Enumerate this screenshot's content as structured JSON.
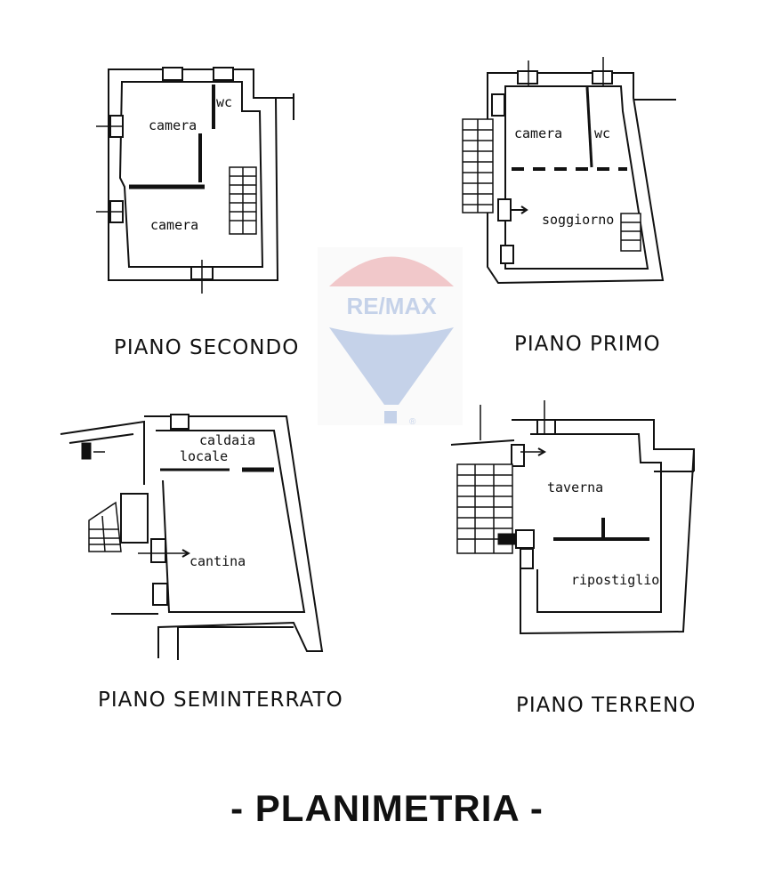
{
  "title": "- PLANIMETRIA -",
  "watermark": {
    "brand": "RE/MAX",
    "registered": "®"
  },
  "floors": {
    "secondo": {
      "label": "PIANO SECONDO",
      "rooms": {
        "wc": "wc",
        "camera_top": "camera",
        "camera_bottom": "camera"
      }
    },
    "primo": {
      "label": "PIANO PRIMO",
      "rooms": {
        "camera": "camera",
        "wc": "wc",
        "soggiorno": "soggiorno"
      }
    },
    "seminterrato": {
      "label": "PIANO SEMINTERRATO",
      "rooms": {
        "caldaia": "caldaia",
        "locale": "locale",
        "cantina": "cantina"
      }
    },
    "terreno": {
      "label": "PIANO TERRENO",
      "rooms": {
        "taverna": "taverna",
        "ripostiglio": "ripostiglio"
      }
    }
  },
  "colors": {
    "ink": "#111111",
    "wall": "#e6e6e6",
    "balloon_red": "#d9646b",
    "balloon_blue": "#5b7fc2"
  }
}
